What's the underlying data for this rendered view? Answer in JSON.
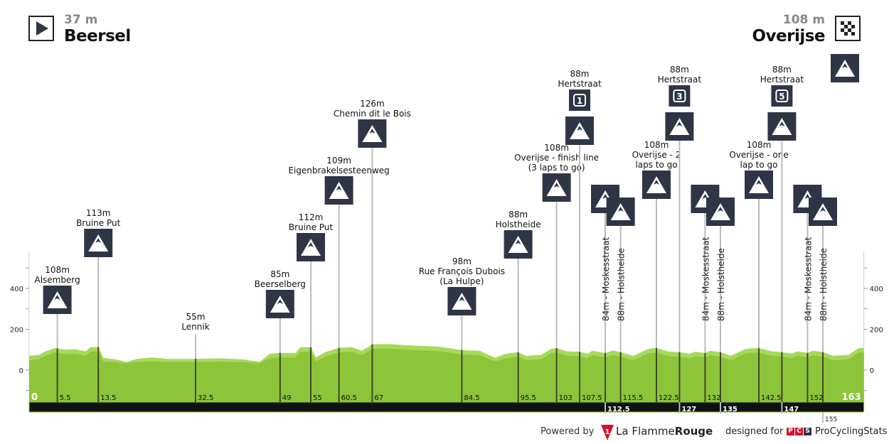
{
  "start": {
    "name": "Beersel",
    "elevation": "37 m",
    "icon": "start-play-icon"
  },
  "finish": {
    "name": "Overijse",
    "elevation": "108 m",
    "icon": "checkered-flag-icon"
  },
  "footer": {
    "powered_by": "Powered by",
    "brand_a": "La Flamme",
    "brand_b": "Rouge",
    "designed_for": "designed for",
    "pcs_badge": [
      "P",
      "C",
      "S"
    ],
    "pcs_name": "ProCyclingStats"
  },
  "colors": {
    "profile_light": "#a6d95a",
    "profile_dark": "#8cc43a",
    "bar": "#111111",
    "icon_bg": "#2e3646"
  },
  "chart_data": {
    "type": "area",
    "title": "",
    "xlabel": "",
    "ylabel": "",
    "xlim": [
      0,
      163
    ],
    "ylim": [
      -150,
      580
    ],
    "y_ticks": [
      0,
      200,
      400
    ],
    "x_start_label": "0",
    "x_end_label": "163",
    "profile": [
      [
        0,
        70
      ],
      [
        2,
        75
      ],
      [
        3,
        90
      ],
      [
        5,
        108
      ],
      [
        7,
        100
      ],
      [
        9,
        102
      ],
      [
        11,
        92
      ],
      [
        12,
        112
      ],
      [
        13.5,
        113
      ],
      [
        14.5,
        60
      ],
      [
        17,
        52
      ],
      [
        19,
        40
      ],
      [
        21,
        55
      ],
      [
        24,
        62
      ],
      [
        27,
        55
      ],
      [
        32.5,
        55
      ],
      [
        37,
        58
      ],
      [
        42,
        52
      ],
      [
        45,
        40
      ],
      [
        47,
        80
      ],
      [
        49,
        85
      ],
      [
        52,
        84
      ],
      [
        53,
        112
      ],
      [
        55,
        112
      ],
      [
        56,
        62
      ],
      [
        58,
        90
      ],
      [
        60.5,
        109
      ],
      [
        63,
        112
      ],
      [
        65,
        95
      ],
      [
        67,
        126
      ],
      [
        70,
        128
      ],
      [
        75,
        120
      ],
      [
        80,
        115
      ],
      [
        84.5,
        98
      ],
      [
        88,
        95
      ],
      [
        91,
        60
      ],
      [
        93,
        80
      ],
      [
        95.5,
        88
      ],
      [
        97,
        70
      ],
      [
        100,
        75
      ],
      [
        102,
        105
      ],
      [
        103,
        108
      ],
      [
        105,
        92
      ],
      [
        107.5,
        90
      ],
      [
        109,
        80
      ],
      [
        110,
        95
      ],
      [
        112.5,
        84
      ],
      [
        114,
        96
      ],
      [
        115.5,
        88
      ],
      [
        118,
        70
      ],
      [
        121,
        105
      ],
      [
        122.5,
        108
      ],
      [
        125,
        90
      ],
      [
        127,
        88
      ],
      [
        129,
        80
      ],
      [
        130,
        90
      ],
      [
        132,
        84
      ],
      [
        133,
        95
      ],
      [
        135,
        88
      ],
      [
        137,
        70
      ],
      [
        140,
        105
      ],
      [
        142.5,
        108
      ],
      [
        145,
        92
      ],
      [
        147,
        88
      ],
      [
        149,
        80
      ],
      [
        150,
        92
      ],
      [
        152,
        84
      ],
      [
        153,
        95
      ],
      [
        155,
        88
      ],
      [
        157,
        70
      ],
      [
        160,
        75
      ],
      [
        162,
        108
      ],
      [
        163,
        108
      ]
    ],
    "km_labels": [
      {
        "km": "5.5",
        "row": "profile"
      },
      {
        "km": "13.5",
        "row": "profile"
      },
      {
        "km": "32.5",
        "row": "profile"
      },
      {
        "km": "49",
        "row": "profile"
      },
      {
        "km": "55",
        "row": "profile"
      },
      {
        "km": "60.5",
        "row": "profile"
      },
      {
        "km": "67",
        "row": "profile"
      },
      {
        "km": "84.5",
        "row": "profile"
      },
      {
        "km": "95.5",
        "row": "profile"
      },
      {
        "km": "103",
        "row": "profile"
      },
      {
        "km": "107.5",
        "row": "profile"
      },
      {
        "km": "115.5",
        "row": "profile"
      },
      {
        "km": "122.5",
        "row": "profile"
      },
      {
        "km": "132",
        "row": "profile"
      },
      {
        "km": "142.5",
        "row": "profile"
      },
      {
        "km": "152",
        "row": "profile"
      },
      {
        "km": "112.5",
        "row": "bar"
      },
      {
        "km": "127",
        "row": "bar"
      },
      {
        "km": "135",
        "row": "bar"
      },
      {
        "km": "147",
        "row": "bar"
      },
      {
        "km": "155",
        "row": "below"
      }
    ],
    "climbs": [
      {
        "km": 5.5,
        "elev": "108m",
        "name": [
          "Alsemberg"
        ],
        "icon": "mountain-icon"
      },
      {
        "km": 13.5,
        "elev": "113m",
        "name": [
          "Bruine Put"
        ],
        "icon": "mountain-icon"
      },
      {
        "km": 32.5,
        "elev": "55m",
        "name": [
          "Lennik"
        ],
        "icon": ""
      },
      {
        "km": 49,
        "elev": "85m",
        "name": [
          "Beerselberg"
        ],
        "icon": "mountain-icon"
      },
      {
        "km": 55,
        "elev": "112m",
        "name": [
          "Bruine Put"
        ],
        "icon": "mountain-icon"
      },
      {
        "km": 60.5,
        "elev": "109m",
        "name": [
          "Eigenbrakelsesteenweg"
        ],
        "icon": "mountain-icon"
      },
      {
        "km": 67,
        "elev": "126m",
        "name": [
          "Chemin dit le Bois"
        ],
        "icon": "mountain-icon"
      },
      {
        "km": 84.5,
        "elev": "98m",
        "name": [
          "Rue François Dubois",
          "(La Hulpe)"
        ],
        "icon": "mountain-icon"
      },
      {
        "km": 95.5,
        "elev": "88m",
        "name": [
          "Holstheide"
        ],
        "icon": "mountain-icon"
      },
      {
        "km": 103,
        "elev": "108m",
        "name": [
          "Overijse - finish line",
          "(3 laps to go)"
        ],
        "icon": "mountain-icon"
      },
      {
        "km": 107.5,
        "elev": "88m",
        "name": [
          "Hertstraat"
        ],
        "icon": "mountain-icon",
        "lap": "1"
      },
      {
        "km": 112.5,
        "elev": "84m",
        "name": [
          "Moskesstraat"
        ],
        "icon": "mountain-icon",
        "vertical": true
      },
      {
        "km": 115.5,
        "elev": "88m",
        "name": [
          "Holstheide"
        ],
        "icon": "mountain-icon",
        "vertical": true
      },
      {
        "km": 122.5,
        "elev": "108m",
        "name": [
          "Overijse - 2",
          "laps to go"
        ],
        "icon": "mountain-icon"
      },
      {
        "km": 127,
        "elev": "88m",
        "name": [
          "Hertstraat"
        ],
        "icon": "mountain-icon",
        "lap": "3"
      },
      {
        "km": 132,
        "elev": "84m",
        "name": [
          "Moskesstraat"
        ],
        "icon": "mountain-icon",
        "vertical": true
      },
      {
        "km": 135,
        "elev": "88m",
        "name": [
          "Holstheide"
        ],
        "icon": "mountain-icon",
        "vertical": true
      },
      {
        "km": 142.5,
        "elev": "108m",
        "name": [
          "Overijse - one",
          "lap to go"
        ],
        "icon": "mountain-icon"
      },
      {
        "km": 147,
        "elev": "88m",
        "name": [
          "Hertstraat"
        ],
        "icon": "mountain-icon",
        "lap": "5"
      },
      {
        "km": 152,
        "elev": "84m",
        "name": [
          "Moskesstraat"
        ],
        "icon": "mountain-icon",
        "vertical": true
      },
      {
        "km": 155,
        "elev": "88m",
        "name": [
          "Holstheide"
        ],
        "icon": "mountain-icon",
        "vertical": true
      }
    ]
  }
}
